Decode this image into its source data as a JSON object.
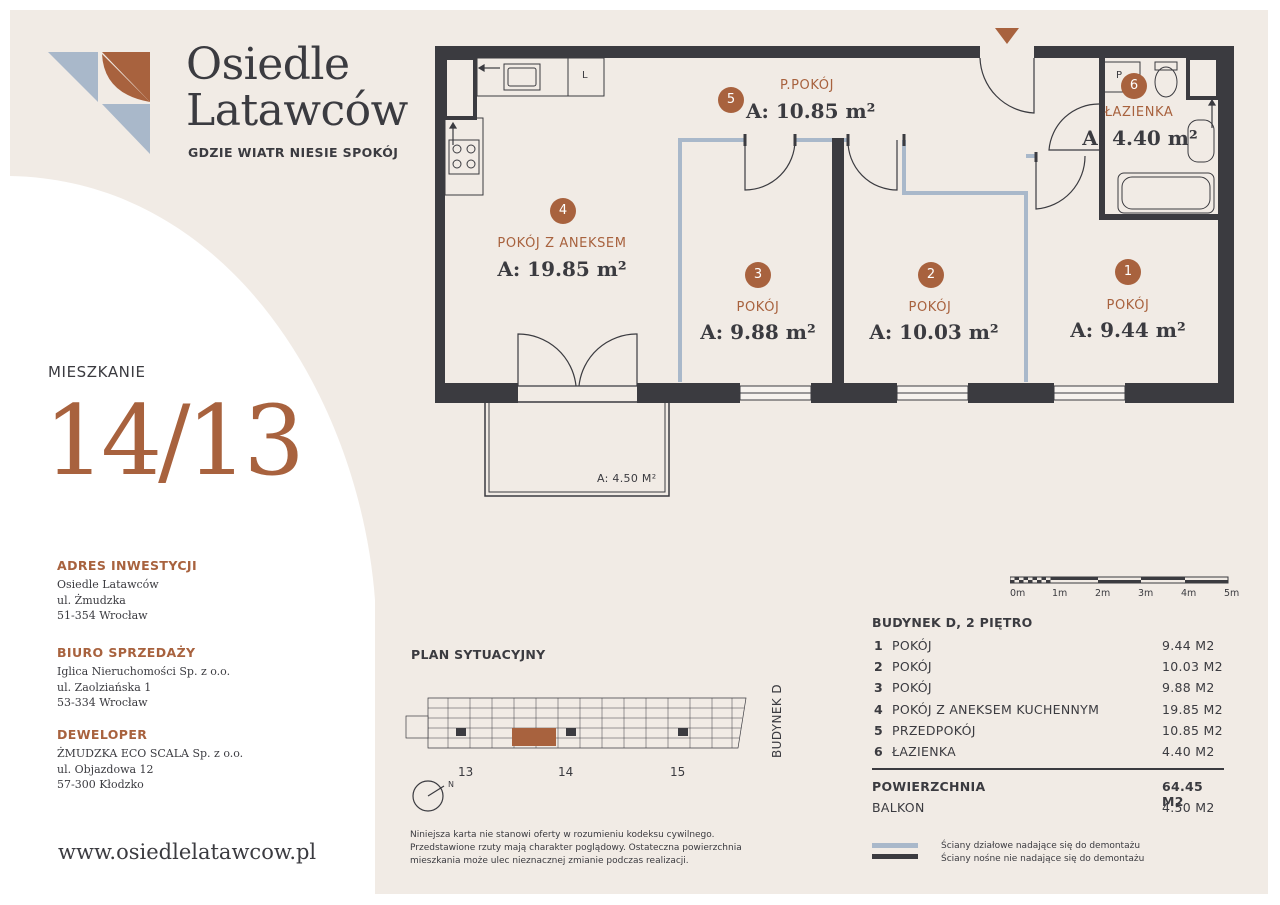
{
  "brand": {
    "title_line1": "Osiedle",
    "title_line2": "Latawców",
    "tagline": "GDZIE WIATR NIESIE SPOKÓJ",
    "colors": {
      "copper": "#a8623e",
      "slate_blue": "#a9b8ca",
      "dark": "#3b3b40",
      "background": "#f1ebe5"
    }
  },
  "unit": {
    "label": "MIESZKANIE",
    "number": "14/13"
  },
  "address": {
    "heading": "ADRES INWESTYCJI",
    "lines": [
      "Osiedle Latawców",
      "ul. Żmudzka",
      "51-354 Wrocław"
    ]
  },
  "sales_office": {
    "heading": "BIURO SPRZEDAŻY",
    "lines": [
      "Iglica Nieruchomości Sp. z o.o.",
      "ul. Zaolziańska 1",
      "53-334 Wrocław"
    ]
  },
  "developer": {
    "heading": "DEWELOPER",
    "lines": [
      "ŻMUDZKA ECO SCALA Sp. z o.o.",
      "ul. Objazdowa 12",
      "57-300 Kłodzko"
    ]
  },
  "website": "www.osiedlelatawcow.pl",
  "rooms": [
    {
      "num": "1",
      "name": "POKÓJ",
      "area": "A: 9.44 m²"
    },
    {
      "num": "2",
      "name": "POKÓJ",
      "area": "A: 10.03 m²"
    },
    {
      "num": "3",
      "name": "POKÓJ",
      "area": "A: 9.88 m²"
    },
    {
      "num": "4",
      "name": "POKÓJ Z ANEKSEM",
      "area": "A: 19.85 m²"
    },
    {
      "num": "5",
      "name": "P.POKÓJ",
      "area": "A: 10.85 m²"
    },
    {
      "num": "6",
      "name": "ŁAZIENKA",
      "area": "A: 4.40 m²"
    }
  ],
  "balcony_area": "A: 4.50 M²",
  "fixtures": {
    "fridge_label": "L",
    "washer_label": "P"
  },
  "scale": {
    "labels": [
      "0m",
      "1m",
      "2m",
      "3m",
      "4m",
      "5m"
    ]
  },
  "building": {
    "title": "BUDYNEK D, 2 PIĘTRO",
    "rows": [
      {
        "n": "1",
        "label": "POKÓJ",
        "value": "9.44 M2"
      },
      {
        "n": "2",
        "label": "POKÓJ",
        "value": "10.03 M2"
      },
      {
        "n": "3",
        "label": "POKÓJ",
        "value": "9.88 M2"
      },
      {
        "n": "4",
        "label": "POKÓJ Z ANEKSEM KUCHENNYM",
        "value": "19.85 M2"
      },
      {
        "n": "5",
        "label": "PRZEDPOKÓJ",
        "value": "10.85 M2"
      },
      {
        "n": "6",
        "label": "ŁAZIENKA",
        "value": "4.40 M2"
      }
    ],
    "total_label": "POWIERZCHNIA",
    "total_value": "64.45 M2",
    "balcony_label": "BALKON",
    "balcony_value": "4.50 M2"
  },
  "site_plan": {
    "title": "PLAN SYTUACYJNY",
    "building_label": "BUDYNEK D",
    "stairwells": [
      "13",
      "14",
      "15"
    ],
    "compass_label": "N"
  },
  "disclaimer": [
    "Niniejsza karta nie stanowi oferty w rozumieniu kodeksu cywilnego.",
    "Przedstawione rzuty mają charakter poglądowy. Ostateczna powierzchnia",
    "mieszkania może ulec nieznacznej zmianie podczas realizacji."
  ],
  "legend": [
    {
      "color": "#a9b8ca",
      "text": "Ściany działowe nadające się do demontażu"
    },
    {
      "color": "#3b3b40",
      "text": "Ściany nośne nie nadające się do demontażu"
    }
  ]
}
